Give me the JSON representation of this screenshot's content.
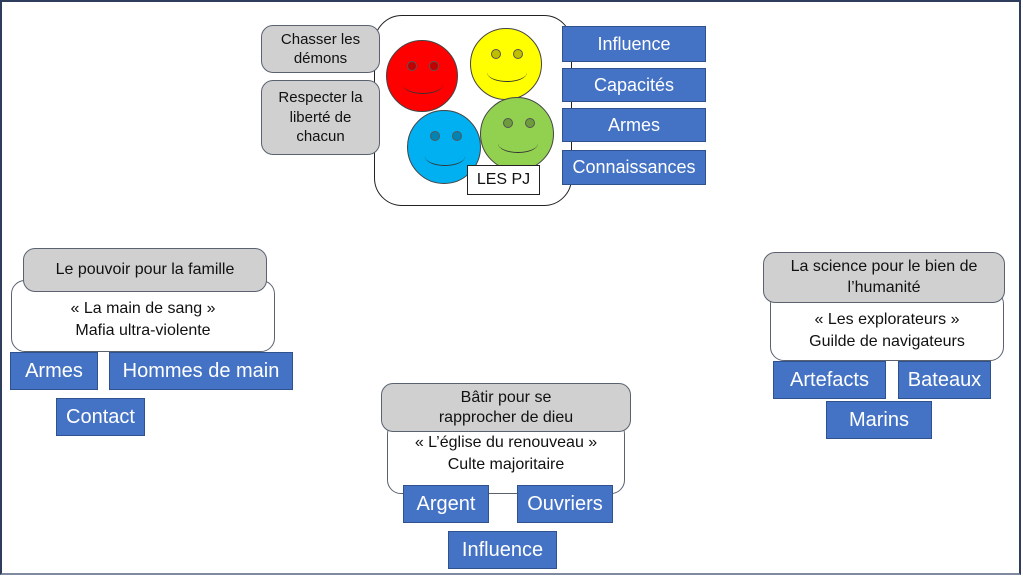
{
  "pj": {
    "label": "LES PJ",
    "goals": [
      "Chasser les démons",
      "Respecter la liberté de chacun"
    ],
    "goal_lines": [
      [
        "Chasser les",
        "démons"
      ],
      [
        "Respecter la",
        "liberté de",
        "chacun"
      ]
    ],
    "resources": [
      "Influence",
      "Capacités",
      "Armes",
      "Connaissances"
    ],
    "faces": [
      {
        "name": "red-face",
        "color": "#ff0000",
        "eye": "#c00000"
      },
      {
        "name": "yellow-face",
        "color": "#ffff00",
        "eye": "#bfbf00"
      },
      {
        "name": "blue-face",
        "color": "#00b0f0",
        "eye": "#0084b4"
      },
      {
        "name": "green-face",
        "color": "#92d050",
        "eye": "#6e9c3c"
      }
    ]
  },
  "factions": {
    "mafia": {
      "goal": "Le pouvoir pour la famille",
      "name": "« La main de sang »",
      "type": "Mafia ultra-violente",
      "resources": [
        "Armes",
        "Hommes de main",
        "Contact"
      ]
    },
    "church": {
      "goal_lines": [
        "Bâtir pour se",
        "rapprocher de dieu"
      ],
      "name": "« L’église du renouveau »",
      "type": "Culte majoritaire",
      "resources": [
        "Argent",
        "Ouvriers",
        "Influence"
      ]
    },
    "explorers": {
      "goal_lines": [
        "La science pour le bien de",
        "l’humanité"
      ],
      "name": "« Les explorateurs »",
      "type": "Guilde de navigateurs",
      "resources": [
        "Artefacts",
        "Bateaux",
        "Marins"
      ]
    }
  },
  "colors": {
    "resource_blue": "#4472c4",
    "goal_gray": "#d0d0d0",
    "frame": "#2f3d5c"
  }
}
